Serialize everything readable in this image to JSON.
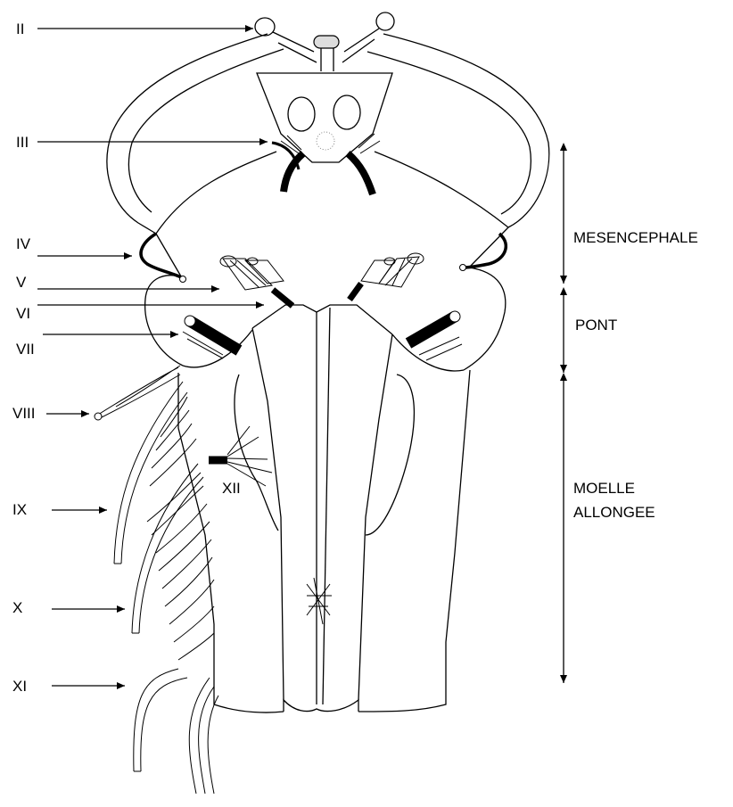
{
  "nerve_labels": {
    "ii": "II",
    "iii": "III",
    "iv": "IV",
    "v": "V",
    "vi": "VI",
    "vii": "VII",
    "viii": "VIII",
    "ix": "IX",
    "x": "X",
    "xi": "XI",
    "xii": "XII"
  },
  "region_labels": {
    "mesencephale": "MESENCEPHALE",
    "pont": "PONT",
    "moelle_line1": "MOELLE",
    "moelle_line2": "ALLONGEE"
  },
  "colors": {
    "line": "#000000",
    "background": "#ffffff",
    "nerve_fill": "#000000"
  }
}
